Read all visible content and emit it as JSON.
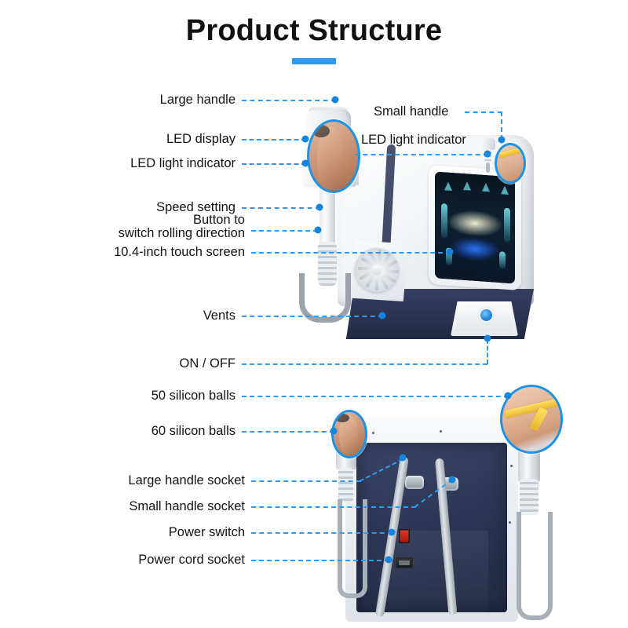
{
  "page": {
    "title": "Product Structure",
    "background": "#ffffff",
    "accent_color": "#2e9bf0",
    "line_color": "#2e9bf0",
    "dot_color": "#1585e0",
    "text_color": "#131313"
  },
  "title_rule": {
    "color": "#2e9bf0"
  },
  "labels": {
    "large_handle": "Large handle",
    "led_display": "LED display",
    "led_light_indicator_left": "LED light indicator",
    "speed_setting": "Speed setting",
    "button_switch_rolling_line1": "Button to",
    "button_switch_rolling_line2": "switch rolling direction",
    "touch_screen": "10.4-inch touch screen",
    "vents": "Vents",
    "on_off": "ON / OFF",
    "small_handle": "Small handle",
    "led_light_indicator_right": "LED light indicator",
    "silicon_balls_50": "50 silicon balls",
    "silicon_balls_60": "60 silicon balls",
    "large_handle_socket": "Large handle socket",
    "small_handle_socket": "Small handle socket",
    "power_switch": "Power switch",
    "power_cord_socket": "Power cord socket"
  },
  "callouts": [
    {
      "key": "large_handle",
      "side": "left",
      "text": "Large handle"
    },
    {
      "key": "led_display",
      "side": "left",
      "text": "LED display"
    },
    {
      "key": "led_light_indicator_left",
      "side": "left",
      "text": "LED light indicator"
    },
    {
      "key": "speed_setting",
      "side": "left",
      "text": "Speed setting"
    },
    {
      "key": "button_switch_rolling",
      "side": "left",
      "text": "Button to switch rolling direction"
    },
    {
      "key": "touch_screen",
      "side": "left",
      "text": "10.4-inch touch screen"
    },
    {
      "key": "vents",
      "side": "left",
      "text": "Vents"
    },
    {
      "key": "on_off",
      "side": "left",
      "text": "ON / OFF"
    },
    {
      "key": "small_handle",
      "side": "right",
      "text": "Small handle"
    },
    {
      "key": "led_light_indicator_right",
      "side": "right",
      "text": "LED light indicator"
    },
    {
      "key": "silicon_balls_50",
      "side": "left",
      "text": "50 silicon balls"
    },
    {
      "key": "silicon_balls_60",
      "side": "left",
      "text": "60 silicon balls"
    },
    {
      "key": "large_handle_socket",
      "side": "left",
      "text": "Large handle socket"
    },
    {
      "key": "small_handle_socket",
      "side": "left",
      "text": "Small handle socket"
    },
    {
      "key": "power_switch",
      "side": "left",
      "text": "Power switch"
    },
    {
      "key": "power_cord_socket",
      "side": "left",
      "text": "Power cord socket"
    }
  ],
  "device": {
    "top_unit_name": "main console front view",
    "bottom_unit_name": "main console rear view",
    "body_color": "#f2f5f8",
    "base_color": "#2b3452",
    "screen_name": "10.4-inch touch screen",
    "power_button_color": "#2b8fe0",
    "power_switch_color": "#c4201a"
  },
  "insets": {
    "large_handle_treatment": "leg treatment close-up",
    "small_handle_treatment": "skin treatment close-up",
    "silicon_balls_treatment": "arm treatment close-up",
    "waist_measure": "waist measuring tape close-up",
    "border_color": "#1b93e8"
  }
}
